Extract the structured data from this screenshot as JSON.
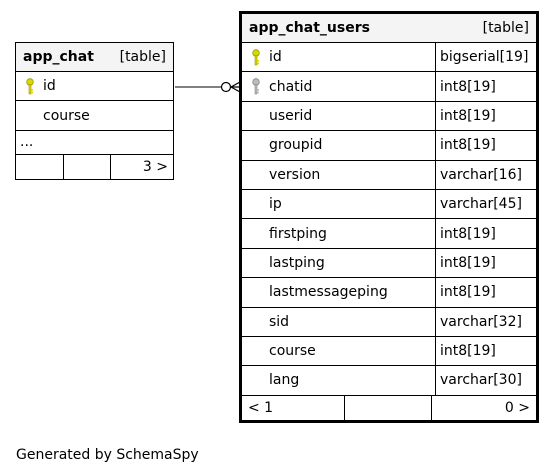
{
  "tables": {
    "app_chat": {
      "name": "app_chat",
      "kind": "[table]",
      "columns": [
        {
          "name": "id",
          "key": "primary"
        },
        {
          "name": "course",
          "key": "none"
        }
      ],
      "more": "...",
      "footer": {
        "left": "",
        "middle": "",
        "right": "3 >"
      }
    },
    "app_chat_users": {
      "name": "app_chat_users",
      "kind": "[table]",
      "columns": [
        {
          "name": "id",
          "type": "bigserial[19]",
          "key": "primary"
        },
        {
          "name": "chatid",
          "type": "int8[19]",
          "key": "foreign"
        },
        {
          "name": "userid",
          "type": "int8[19]",
          "key": "none"
        },
        {
          "name": "groupid",
          "type": "int8[19]",
          "key": "none"
        },
        {
          "name": "version",
          "type": "varchar[16]",
          "key": "none"
        },
        {
          "name": "ip",
          "type": "varchar[45]",
          "key": "none"
        },
        {
          "name": "firstping",
          "type": "int8[19]",
          "key": "none"
        },
        {
          "name": "lastping",
          "type": "int8[19]",
          "key": "none"
        },
        {
          "name": "lastmessageping",
          "type": "int8[19]",
          "key": "none"
        },
        {
          "name": "sid",
          "type": "varchar[32]",
          "key": "none"
        },
        {
          "name": "course",
          "type": "int8[19]",
          "key": "none"
        },
        {
          "name": "lang",
          "type": "varchar[30]",
          "key": "none"
        }
      ],
      "footer": {
        "left": "< 1",
        "middle": "",
        "right": "0 >"
      }
    }
  },
  "colors": {
    "primary_key": "#d8d800",
    "foreign_key": "#bbbbbb",
    "header_bg": "#f4f4f4",
    "border": "#000000"
  },
  "credit": "Generated by SchemaSpy"
}
